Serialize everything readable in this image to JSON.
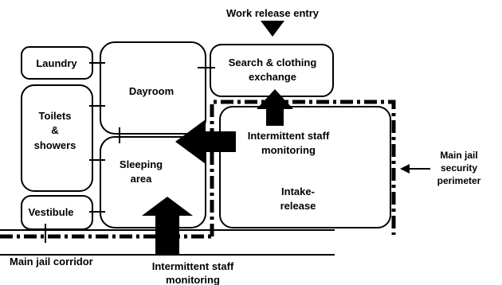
{
  "colors": {
    "ink": "#000000",
    "background": "#ffffff"
  },
  "labels": {
    "work_release_entry": "Work release entry",
    "laundry": "Laundry",
    "dayroom": "Dayroom",
    "search_line1": "Search & clothing",
    "search_line2": "exchange",
    "toilets_line1": "Toilets",
    "toilets_line2": "&",
    "toilets_line3": "showers",
    "sleeping_line1": "Sleeping",
    "sleeping_line2": "area",
    "vestibule": "Vestibule",
    "intake_line1": "Intake-",
    "intake_line2": "release",
    "staff_right_line1": "Intermittent staff",
    "staff_right_line2": "monitoring",
    "staff_bottom_line1": "Intermittent staff",
    "staff_bottom_line2": "monitoring",
    "perimeter_line1": "Main jail",
    "perimeter_line2": "security",
    "perimeter_line3": "perimeter",
    "corridor": "Main jail corridor"
  }
}
